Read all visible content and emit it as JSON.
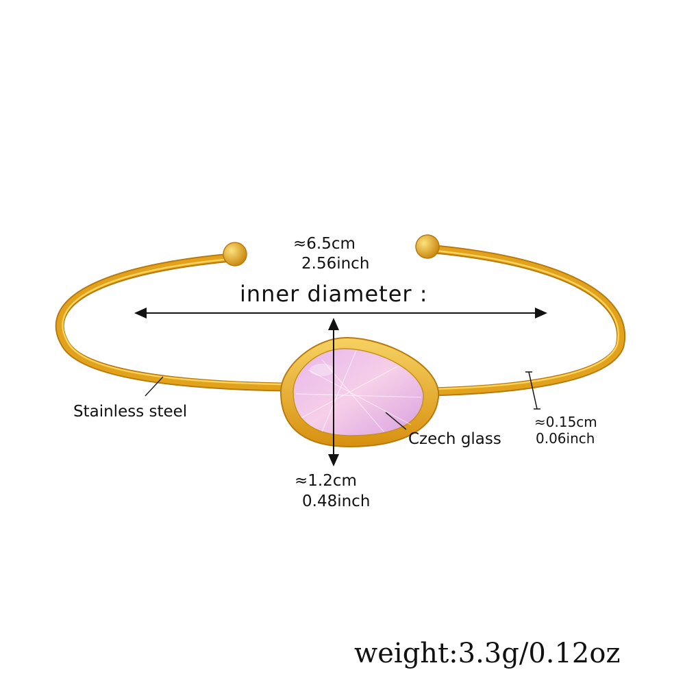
{
  "colors": {
    "gold": "#e3a21c",
    "gold_dark": "#b87a0c",
    "gold_light": "#f7d35c",
    "gem_pink": "#f3c0e8",
    "ink": "#111111"
  },
  "labels": {
    "width_cm": "≈6.5cm",
    "width_inch": "2.56inch",
    "inner_diameter": "inner diameter :",
    "material_band": "Stainless steel",
    "material_stone": "Czech glass",
    "thickness_cm": "≈0.15cm",
    "thickness_inch": "0.06inch",
    "stone_cm": "≈1.2cm",
    "stone_inch": "0.48inch",
    "weight": "weight:3.3g/0.12oz"
  }
}
